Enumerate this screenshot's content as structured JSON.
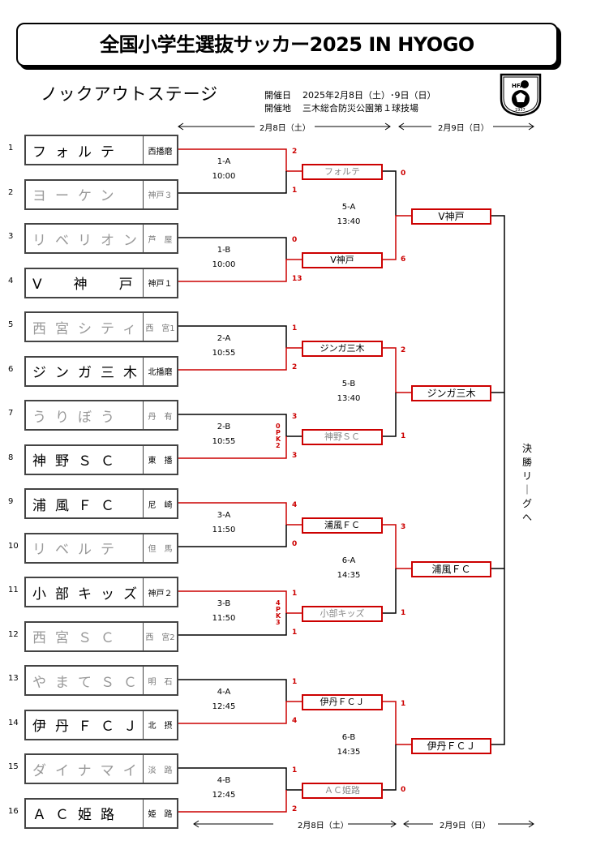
{
  "title": "全国小学生選抜サッカー2025 IN HYOGO",
  "stage": "ノックアウトステージ",
  "info": {
    "date_label": "開催日",
    "date_value": "2025年2月8日（土）･9日（日）",
    "venue_label": "開催地",
    "venue_value": "三木総合防災公園第１球技場"
  },
  "dates": {
    "day1": "2月8日（土）",
    "day2": "2月9日（日）"
  },
  "logo_text": "HFA",
  "logo_year": "1937",
  "teams": [
    {
      "seed": "1",
      "name": "フォルテ",
      "region": "西播磨",
      "win": true
    },
    {
      "seed": "2",
      "name": "ヨーケン",
      "region": "神戸３",
      "win": false
    },
    {
      "seed": "3",
      "name": "リベリオン",
      "region": "芦　屋",
      "win": false
    },
    {
      "seed": "4",
      "name": "V　神　戸",
      "region": "神戸１",
      "win": true
    },
    {
      "seed": "5",
      "name": "西宮シティ",
      "region": "西　宮1",
      "win": false
    },
    {
      "seed": "6",
      "name": "ジンガ三木",
      "region": "北播磨",
      "win": true
    },
    {
      "seed": "7",
      "name": "うりぼう",
      "region": "丹　有",
      "win": false
    },
    {
      "seed": "8",
      "name": "神野ＳＣ",
      "region": "東　播",
      "win": true
    },
    {
      "seed": "9",
      "name": "浦風ＦＣ",
      "region": "尼　崎",
      "win": true
    },
    {
      "seed": "10",
      "name": "リベルテ",
      "region": "但　馬",
      "win": false
    },
    {
      "seed": "11",
      "name": "小部キッズ",
      "region": "神戸２",
      "win": true
    },
    {
      "seed": "12",
      "name": "西宮ＳＣ",
      "region": "西　宮2",
      "win": false
    },
    {
      "seed": "13",
      "name": "やまてＳＣ",
      "region": "明　石",
      "win": false
    },
    {
      "seed": "14",
      "name": "伊丹ＦＣＪ",
      "region": "北　摂",
      "win": true
    },
    {
      "seed": "15",
      "name": "ダイナマイト",
      "region": "淡　路",
      "win": false
    },
    {
      "seed": "16",
      "name": "ＡＣ姫路",
      "region": "姫　路",
      "win": true
    }
  ],
  "round1": [
    {
      "id": "1-A",
      "time": "10:00",
      "top_score": "2",
      "bot_score": "1",
      "pk": ""
    },
    {
      "id": "1-B",
      "time": "10:00",
      "top_score": "0",
      "bot_score": "13",
      "pk": ""
    },
    {
      "id": "2-A",
      "time": "10:55",
      "top_score": "1",
      "bot_score": "2",
      "pk": ""
    },
    {
      "id": "2-B",
      "time": "10:55",
      "top_score": "3",
      "bot_score": "3",
      "pk": "0PK2"
    },
    {
      "id": "3-A",
      "time": "11:50",
      "top_score": "4",
      "bot_score": "0",
      "pk": ""
    },
    {
      "id": "3-B",
      "time": "11:50",
      "top_score": "1",
      "bot_score": "1",
      "pk": "4PK3"
    },
    {
      "id": "4-A",
      "time": "12:45",
      "top_score": "1",
      "bot_score": "4",
      "pk": ""
    },
    {
      "id": "4-B",
      "time": "12:45",
      "top_score": "1",
      "bot_score": "2",
      "pk": ""
    }
  ],
  "round2_teams": [
    {
      "name": "フォルテ",
      "win": false
    },
    {
      "name": "V神戸",
      "win": true
    },
    {
      "name": "ジンガ三木",
      "win": true
    },
    {
      "name": "神野ＳＣ",
      "win": false
    },
    {
      "name": "浦風ＦＣ",
      "win": true
    },
    {
      "name": "小部キッズ",
      "win": false
    },
    {
      "name": "伊丹ＦＣＪ",
      "win": true
    },
    {
      "name": "ＡＣ姫路",
      "win": false
    }
  ],
  "round2": [
    {
      "id": "5-A",
      "time": "13:40",
      "top_score": "0",
      "bot_score": "6"
    },
    {
      "id": "5-B",
      "time": "13:40",
      "top_score": "2",
      "bot_score": "1"
    },
    {
      "id": "6-A",
      "time": "14:35",
      "top_score": "3",
      "bot_score": "1"
    },
    {
      "id": "6-B",
      "time": "14:35",
      "top_score": "1",
      "bot_score": "0"
    }
  ],
  "round3_teams": [
    "V神戸",
    "ジンガ三木",
    "浦風ＦＣ",
    "伊丹ＦＣＪ"
  ],
  "final_label": "決勝リーグへ",
  "colors": {
    "accent": "#cc0000",
    "loser_text": "#999999"
  }
}
